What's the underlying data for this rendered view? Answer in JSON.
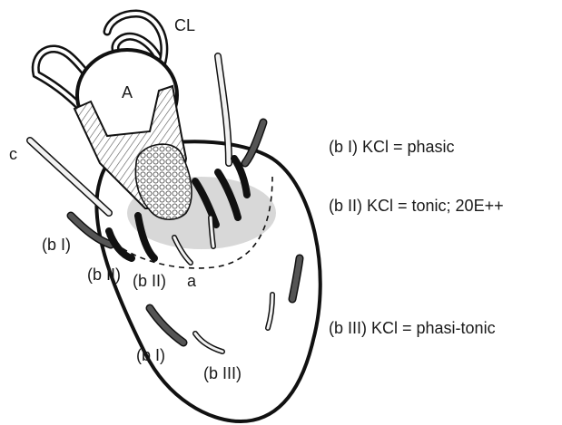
{
  "diagram": {
    "labels": {
      "cl": "CL",
      "a_upper": "A",
      "c": "c",
      "b1_left": "(b I)",
      "b2_left": "(b II)",
      "b2_right": "(b II)",
      "a_lower": "a",
      "b1_bottom": "(b I)",
      "b3_bottom": "(b III)"
    },
    "legend": [
      "(b I) KCl = phasic",
      "(b II) KCl = tonic; 20E++",
      "(b III) KCl = phasi-tonic"
    ],
    "colors": {
      "outline": "#111111",
      "shaded_region": "#d8d8d8",
      "sensilla_dark": "#3a3a3a",
      "sensilla_light": "#f2f2f2"
    }
  }
}
